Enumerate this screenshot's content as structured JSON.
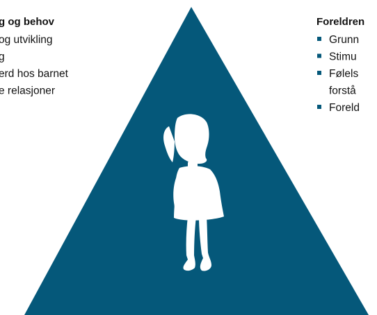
{
  "colors": {
    "triangle": "#05587a",
    "silhouette": "#ffffff",
    "text": "#111111",
    "bullet": "#05587a"
  },
  "icons": {
    "figure": "child-silhouette-icon"
  },
  "left_panel": {
    "title": "g og behov",
    "lines": [
      "og utvikling",
      "g",
      "erd hos barnet",
      "e relasjoner"
    ]
  },
  "right_panel": {
    "title": "Foreldren",
    "items": [
      {
        "lines": [
          "Grunn"
        ]
      },
      {
        "lines": [
          "Stimu"
        ]
      },
      {
        "lines": [
          "Følels",
          "forstå"
        ]
      },
      {
        "lines": [
          "Foreld"
        ]
      }
    ]
  }
}
